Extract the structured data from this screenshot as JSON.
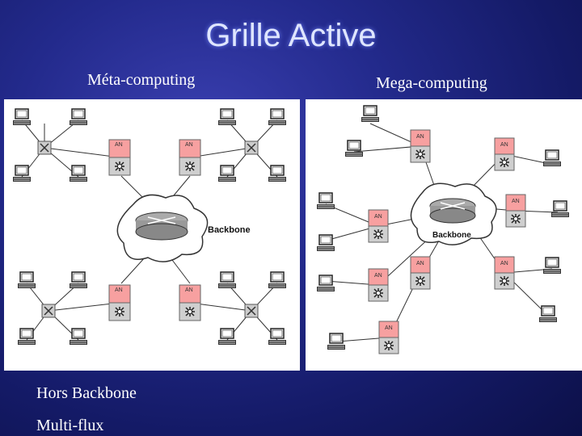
{
  "slide": {
    "title": "Grille Active",
    "left_caption": "Méta-computing",
    "right_caption": "Mega-computing",
    "bottom_line_1": "Hors Backbone",
    "bottom_line_2": "Multi-flux"
  },
  "diagrams": {
    "an_label": "AN",
    "backbone_label": "Backbone"
  }
}
